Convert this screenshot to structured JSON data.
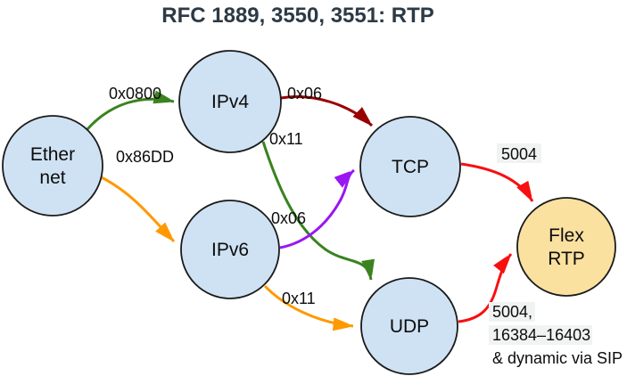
{
  "title": "RFC 1889, 3550, 3551: RTP",
  "colors": {
    "title_color": "#2d3a45",
    "node_fill": "#cfe2f3",
    "rtp_fill": "#fae1a0",
    "green": "#3a831f",
    "orange": "#ff9900",
    "dark_red": "#990000",
    "purple": "#9a16f2",
    "red": "#f80f0f",
    "label_bg": "#f1f3f3"
  },
  "nodes": [
    {
      "id": "ethernet",
      "lines": [
        "Ether",
        "net"
      ]
    },
    {
      "id": "ipv4",
      "lines": [
        "IPv4"
      ]
    },
    {
      "id": "ipv6",
      "lines": [
        "IPv6"
      ]
    },
    {
      "id": "tcp",
      "lines": [
        "TCP"
      ]
    },
    {
      "id": "udp",
      "lines": [
        "UDP"
      ]
    },
    {
      "id": "flex-rtp",
      "lines": [
        "Flex",
        "RTP"
      ]
    }
  ],
  "edges": [
    {
      "from": "ethernet",
      "to": "ipv4",
      "label": "0x0800",
      "color_name": "green"
    },
    {
      "from": "ethernet",
      "to": "ipv6",
      "label": "0x86DD",
      "color_name": "orange"
    },
    {
      "from": "ipv4",
      "to": "tcp",
      "label": "0x06",
      "color_name": "dark_red"
    },
    {
      "from": "ipv4",
      "to": "udp",
      "label": "0x11",
      "color_name": "green"
    },
    {
      "from": "ipv6",
      "to": "tcp",
      "label": "0x06",
      "color_name": "purple"
    },
    {
      "from": "ipv6",
      "to": "udp",
      "label": "0x11",
      "color_name": "orange"
    },
    {
      "from": "tcp",
      "to": "flex-rtp",
      "label": "5004",
      "color_name": "red"
    },
    {
      "from": "udp",
      "to": "flex-rtp",
      "label_lines": [
        "5004,",
        "16384–16403",
        "& dynamic via SIP"
      ],
      "color_name": "red"
    }
  ]
}
